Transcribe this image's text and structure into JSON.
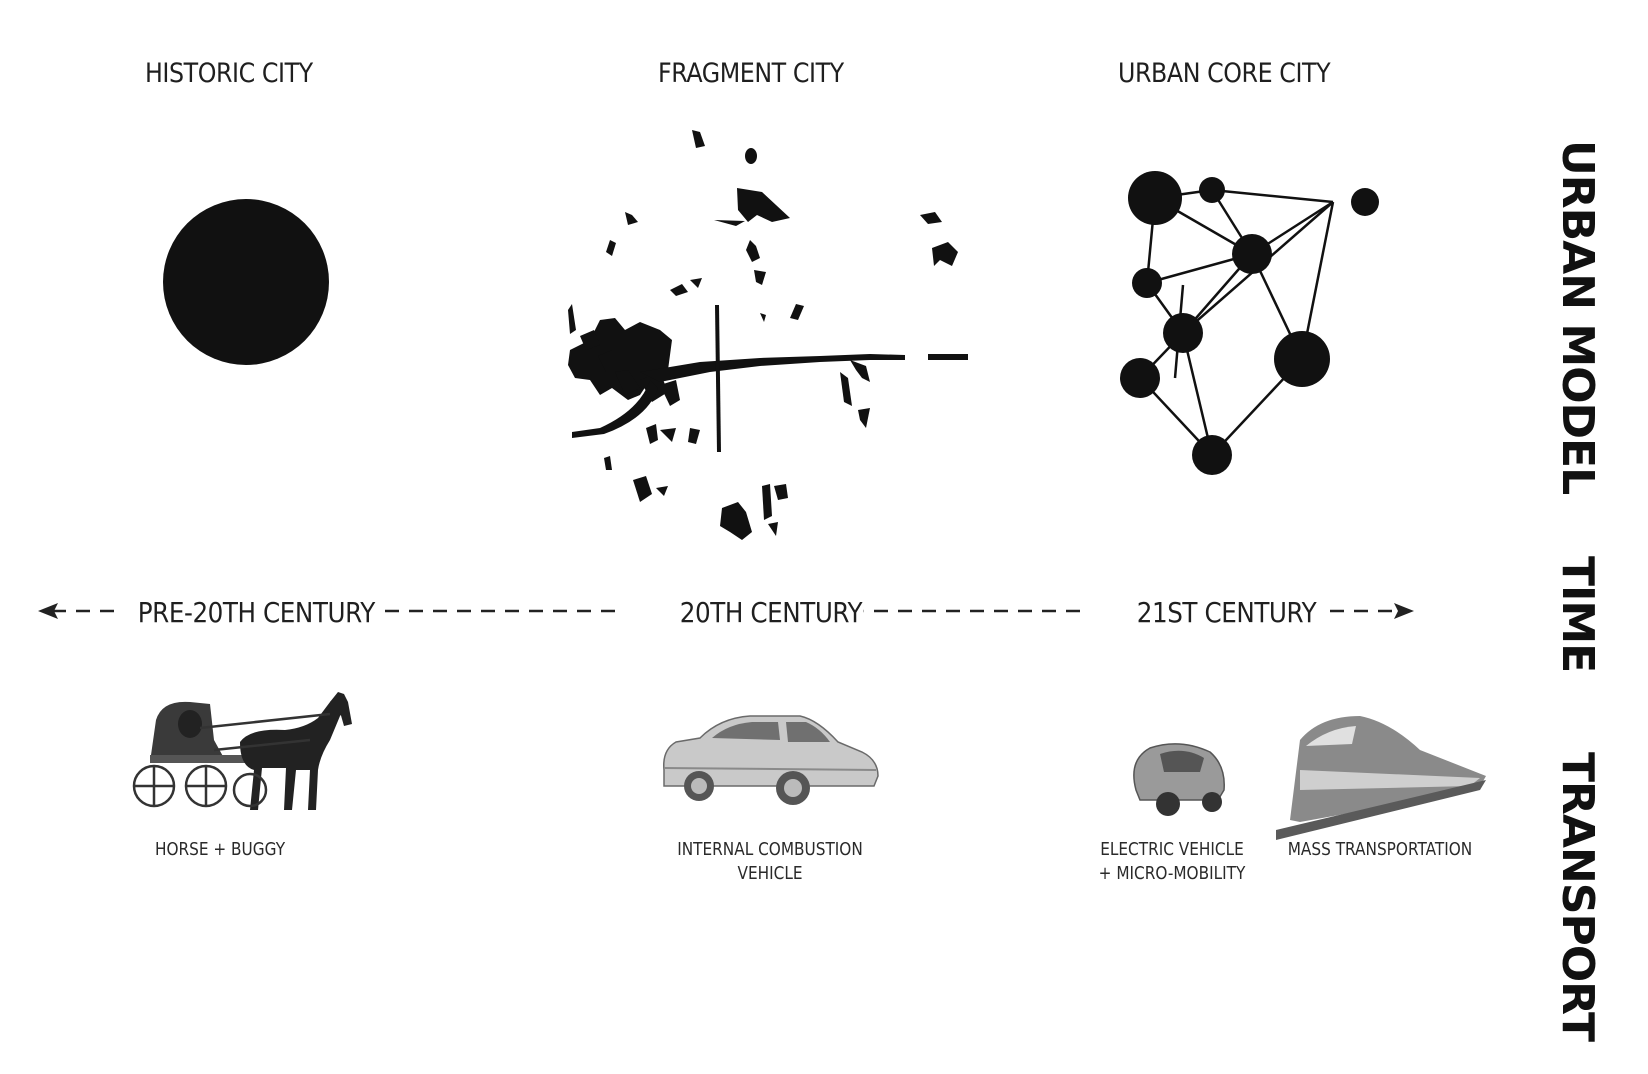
{
  "columns": {
    "historic": {
      "title": "HISTORIC CITY"
    },
    "fragment": {
      "title": "FRAGMENT CITY"
    },
    "urban_core": {
      "title": "URBAN CORE CITY"
    }
  },
  "timeline": {
    "pre20": "PRE-20TH CENTURY",
    "c20": "20TH CENTURY",
    "c21": "21ST CENTURY"
  },
  "transport": {
    "horse": {
      "line1": "HORSE + BUGGY"
    },
    "car": {
      "line1": "INTERNAL COMBUSTION",
      "line2": "VEHICLE"
    },
    "ev": {
      "line1": "ELECTRIC VEHICLE",
      "line2": "+ MICRO-MOBILITY"
    },
    "mass": {
      "line1": "MASS TRANSPORTATION"
    }
  },
  "side_labels": {
    "urban_model": "URBAN MODEL",
    "time": "TIME",
    "transport": "TRANSPORT"
  },
  "colors": {
    "ink": "#111111",
    "grey": "#8a8a8a",
    "background": "#ffffff"
  }
}
